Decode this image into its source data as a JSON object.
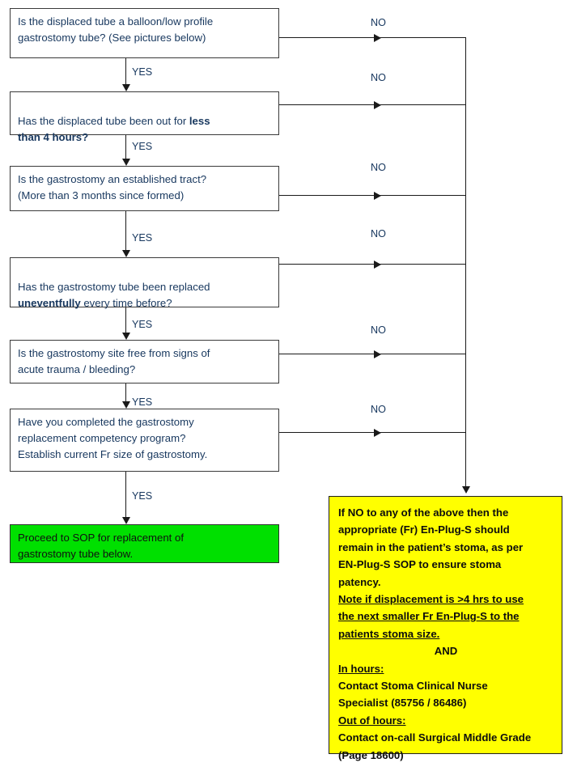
{
  "flowchart": {
    "title": "Displaced gastrostomy tube decision flowchart",
    "nodes": [
      {
        "id": "q1",
        "kind": "decision",
        "text": "Is the displaced tube a balloon/low profile\ngastrostomy tube? (See pictures below)"
      },
      {
        "id": "q2",
        "kind": "decision",
        "text_pre": "Has the displaced tube been out for ",
        "text_bold": "less\nthan 4 hours?",
        "text_post": ""
      },
      {
        "id": "q3",
        "kind": "decision",
        "text": "Is the gastrostomy an established tract?\n(More than 3 months since formed)"
      },
      {
        "id": "q4",
        "kind": "decision",
        "text_pre": "Has the gastrostomy tube been replaced\n",
        "text_bold": "uneventfully",
        "text_post": " every time before?"
      },
      {
        "id": "q5",
        "kind": "decision",
        "text": "Is the gastrostomy site free from signs of\nacute trauma / bleeding?"
      },
      {
        "id": "q6",
        "kind": "decision",
        "text": "Have you completed the gastrostomy\nreplacement competency program?\nEstablish current Fr size of gastrostomy."
      },
      {
        "id": "outcome",
        "kind": "terminal",
        "text": "Proceed to SOP for replacement of\ngastrostomy tube below."
      }
    ],
    "yes_label": "YES",
    "no_label": "NO",
    "yes_labels": [
      "YES",
      "YES",
      "YES",
      "YES",
      "YES",
      "YES"
    ],
    "no_labels": [
      "NO",
      "NO",
      "NO",
      "NO",
      "NO",
      "NO"
    ],
    "colors": {
      "terminal_fill": "#00e000",
      "panel_fill": "#ffff00",
      "text_blue": "#17375e",
      "line": "#1a1a1a"
    }
  },
  "panel": {
    "paragraph_1": "If NO to any of the above then the\nappropriate (Fr) En-Plug-S should\nremain in the patient’s stoma, as per\nEN-Plug-S SOP to ensure stoma\npatency.",
    "note_underlined": "Note if displacement is >4 hrs to use\nthe next smaller Fr En-Plug-S to the\npatients stoma size.",
    "and_label": "AND",
    "in_hours_heading": "In hours:",
    "in_hours_body": "Contact Stoma Clinical Nurse\nSpecialist (85756 / 86486)",
    "out_of_hours_heading": "Out of hours:",
    "out_of_hours_body": "Contact on-call Surgical Middle Grade\n(Page 18600)"
  }
}
